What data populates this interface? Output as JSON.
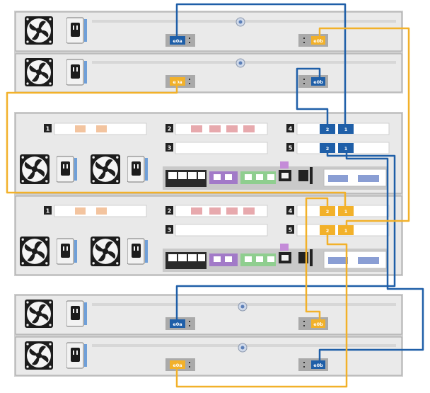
{
  "colors": {
    "blue": "#1f5fa8",
    "orange": "#f2b12a",
    "chassis": "#e8e8e8",
    "chassis_edge": "#a6a6a6"
  },
  "shelf_top": {
    "iom_a": {
      "port_label": "e0a",
      "port_label_b": "e0b"
    },
    "iom_b": {
      "port_label": "e0a",
      "port_label_b": "e0b"
    }
  },
  "controllers": {
    "slots": {
      "s1": "1",
      "s2": "2",
      "s3": "3",
      "s4": "4",
      "s5": "5"
    },
    "ports": {
      "p1": "1",
      "p2": "2"
    }
  },
  "shelf_bottom": {
    "iom_a": {
      "port_label": "e0a",
      "port_label_b": "e0b"
    },
    "iom_b": {
      "port_label": "e0a",
      "port_label_b": "e0b"
    }
  },
  "icons": {
    "fan": "fan-icon",
    "power": "power-socket-icon",
    "screw": "thumbscrew-icon"
  }
}
